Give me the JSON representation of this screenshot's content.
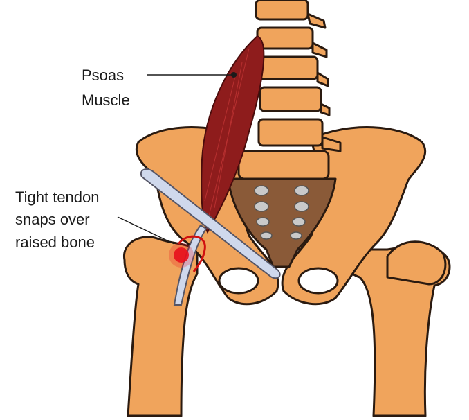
{
  "labels": {
    "psoas": [
      "Psoas",
      "Muscle"
    ],
    "tendon": [
      "Tight tendon",
      "snaps over",
      "raised bone"
    ]
  },
  "colors": {
    "bone": "#f0a45c",
    "bone_outline": "#2a1a10",
    "sacrum": "#8a5a38",
    "muscle": "#8e1c1c",
    "tendon": "#cfd8ec",
    "hotspot": "#e8101c"
  }
}
